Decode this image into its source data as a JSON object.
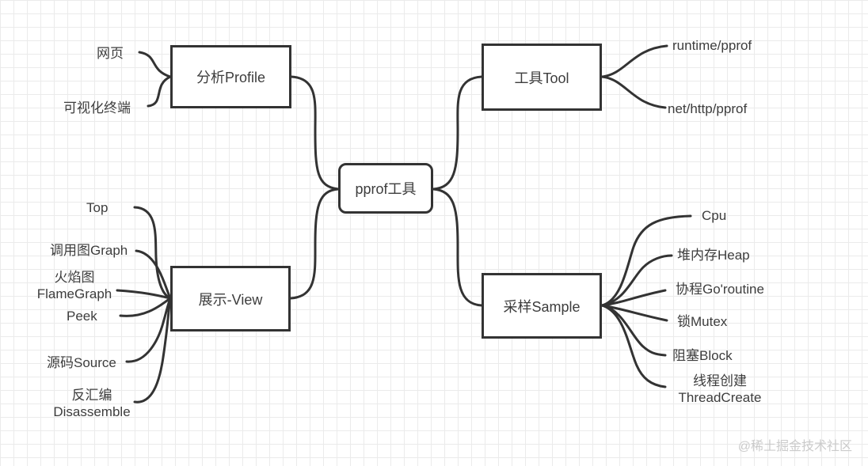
{
  "diagram": {
    "root": {
      "label": "pprof工具"
    },
    "branches": [
      {
        "label": "分析Profile",
        "children": [
          {
            "line1": "网页"
          },
          {
            "line1": "可视化终端"
          }
        ]
      },
      {
        "label": "工具Tool",
        "children": [
          {
            "line1": "runtime/pprof"
          },
          {
            "line1": "net/http/pprof"
          }
        ]
      },
      {
        "label": "展示-View",
        "children": [
          {
            "line1": "Top"
          },
          {
            "line1": "调用图Graph"
          },
          {
            "line1": "火焰图",
            "line2": "FlameGraph"
          },
          {
            "line1": "Peek"
          },
          {
            "line1": "源码Source"
          },
          {
            "line1": "反汇编",
            "line2": "Disassemble"
          }
        ]
      },
      {
        "label": "采样Sample",
        "children": [
          {
            "line1": "Cpu"
          },
          {
            "line1": "堆内存Heap"
          },
          {
            "line1": "协程Go'routine"
          },
          {
            "line1": "锁Mutex"
          },
          {
            "line1": "阻塞Block"
          },
          {
            "line1": "线程创建",
            "line2": "ThreadCreate"
          }
        ]
      }
    ]
  },
  "watermark": "@稀土掘金技术社区",
  "colors": {
    "stroke": "#333333",
    "text": "#3d3d3d",
    "grid": "#ebebeb",
    "background": "#ffffff",
    "watermark": "#cbcbcb"
  }
}
